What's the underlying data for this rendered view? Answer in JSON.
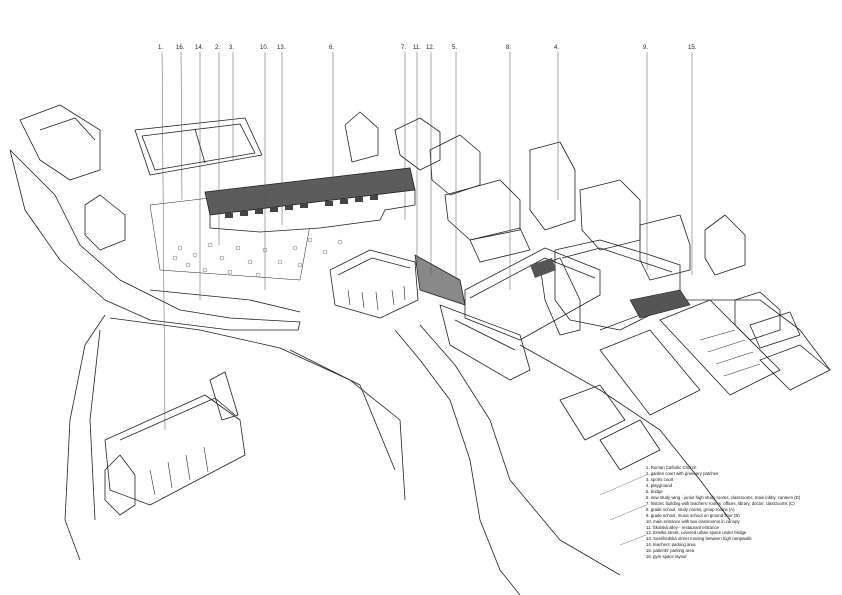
{
  "callouts": [
    "1.",
    "16.",
    "14.",
    "2.",
    "3.",
    "10.",
    "13.",
    "6.",
    "7.",
    "11.",
    "12.",
    "5.",
    "8.",
    "4.",
    "9.",
    "15."
  ],
  "legend": [
    "1. Roman Catholic Church",
    "2. garden court with greenery patches",
    "3. sports court",
    "4. playground",
    "5. bridge",
    "6. new study wing - junior high study rooms, classrooms, main lobby, canteen (D)",
    "7. historic building with teachers' rooms, offices, library, doctor, classrooms (C)",
    "8. grade school, study rooms, group rooms (A)",
    "9. grade school, music school on ground floor (B)",
    "10. main entrance with two classrooms in canopy",
    "11. Školská alley - restaurant entrance",
    "12. Ertelka street, covered urban space under bridge",
    "13. Suséhedská street running between high rampwalls",
    "14. teachers' parking area",
    "15. patients' parking area",
    "16. gym space layout"
  ]
}
